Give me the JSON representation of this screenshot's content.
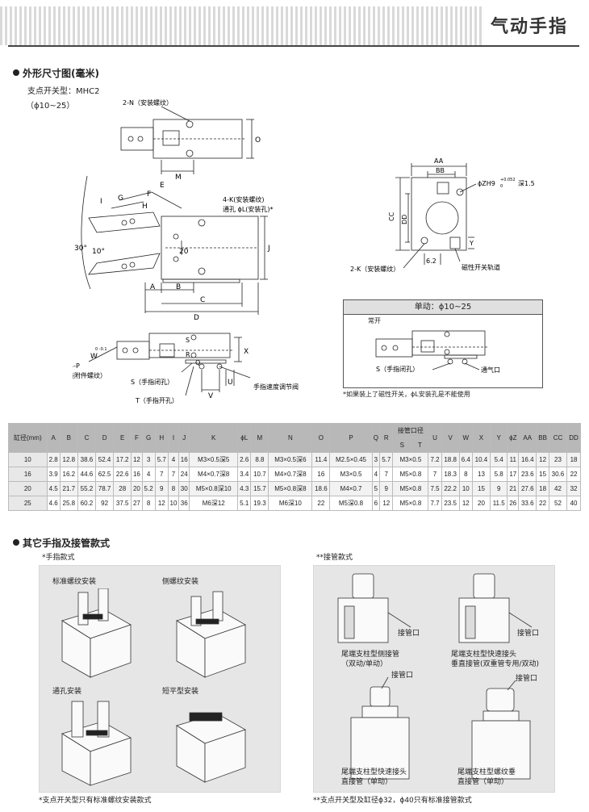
{
  "header": {
    "title": "气动手指"
  },
  "section1": {
    "title": "外形尺寸图(毫米)",
    "switch_label": "支点开关型：MHC2",
    "size_range": "（ϕ10~25）"
  },
  "drawing": {
    "n_label": "2-N（安装螺纹）",
    "m": "M",
    "o": "O",
    "e": "E",
    "f": "F",
    "g": "G",
    "h": "H",
    "i": "I",
    "angle30": "30°",
    "angle10": "10°",
    "n20": "20",
    "j": "J",
    "k4": "4-K(安装螺纹)",
    "through_hole": "通孔 ϕL(安装孔)*",
    "a": "A",
    "b": "B",
    "c": "C",
    "d": "D",
    "aa": "AA",
    "bb": "BB",
    "cc": "CC",
    "dd": "DD",
    "zh9": "ϕZH9",
    "tol": "+0.052",
    "tol0": "0",
    "depth": "深1.5",
    "k2": "2-K（安装螺纹）",
    "n62": "6.2",
    "y": "Y",
    "rail": "磁性开关轨道",
    "p4": "4-P",
    "p_note": "（安装附件螺纹）",
    "w": "W",
    "w_tol": "0 -0.1",
    "s": "S",
    "x": "X",
    "r": "R",
    "q": "Q",
    "u": "U",
    "v": "V",
    "s_label": "S（手指闭孔）",
    "t_label": "T（手指开孔）",
    "speed": "手指速度调节阀"
  },
  "single": {
    "title": "单动：ϕ10~25",
    "normally_open": "常开",
    "s_label": "S（手指闭孔）",
    "vent": "通气口",
    "note": "*如果装上了磁性开关，ϕL安装孔是不能使用"
  },
  "table": {
    "bore_label": "缸径(mm)",
    "columns": [
      "A",
      "B",
      "C",
      "D",
      "E",
      "F",
      "G",
      "H",
      "I",
      "J",
      "K",
      "ϕL",
      "M",
      "N",
      "O",
      "P",
      "Q",
      "R",
      "S",
      "T",
      "U",
      "V",
      "W",
      "X",
      "Y",
      "ϕZ",
      "AA",
      "BB",
      "CC",
      "DD"
    ],
    "pipe_label": "接管口径",
    "rows": [
      [
        "10",
        "2.8",
        "12.8",
        "38.6",
        "52.4",
        "17.2",
        "12",
        "3",
        "5.7",
        "4",
        "16",
        "M3×0.5深5",
        "2.6",
        "8.8",
        "M3×0.5深6",
        "11.4",
        "M2.5×0.45",
        "3",
        "5.7",
        "M3×0.5",
        "",
        "7.2",
        "18.8",
        "6.4",
        "10.4",
        "5.4",
        "11",
        "16.4",
        "12",
        "23",
        "18"
      ],
      [
        "16",
        "3.9",
        "16.2",
        "44.6",
        "62.5",
        "22.6",
        "16",
        "4",
        "7",
        "7",
        "24",
        "M4×0.7深8",
        "3.4",
        "10.7",
        "M4×0.7深8",
        "16",
        "M3×0.5",
        "4",
        "7",
        "M5×0.8",
        "",
        "7",
        "18.3",
        "8",
        "13",
        "5.8",
        "17",
        "23.6",
        "15",
        "30.6",
        "22"
      ],
      [
        "20",
        "4.5",
        "21.7",
        "55.2",
        "78.7",
        "28",
        "20",
        "5.2",
        "9",
        "8",
        "30",
        "M5×0.8深10",
        "4.3",
        "15.7",
        "M5×0.8深8",
        "18.6",
        "M4×0.7",
        "5",
        "9",
        "M5×0.8",
        "",
        "7.5",
        "22.2",
        "10",
        "15",
        "9",
        "21",
        "27.6",
        "18",
        "42",
        "32"
      ],
      [
        "25",
        "4.6",
        "25.8",
        "60.2",
        "92",
        "37.5",
        "27",
        "8",
        "12",
        "10",
        "36",
        "M6深12",
        "5.1",
        "19.3",
        "M6深10",
        "22",
        "M5深0.8",
        "6",
        "12",
        "M5×0.8",
        "",
        "7.7",
        "23.5",
        "12",
        "20",
        "11.5",
        "26",
        "33.6",
        "22",
        "52",
        "40"
      ]
    ]
  },
  "section2": {
    "title": "其它手指及接管款式",
    "left_title": "*手指款式",
    "left_items": [
      "标准螺纹安装",
      "侧螺纹安装",
      "通孔安装",
      "短平型安装"
    ],
    "left_note": "*支点开关型只有标准螺纹安装款式",
    "right_title": "**接管款式",
    "port_label": "接管口",
    "right_items": [
      [
        "尾端支柱型侧接管",
        "（双动/单动）"
      ],
      [
        "尾端支柱型快速接头",
        "垂直接管(双重管专用/双动)"
      ],
      [
        "尾端支柱型快速接头",
        "直接管（单动）"
      ],
      [
        "尾端支柱型螺纹垂",
        "直接管（单动）"
      ]
    ],
    "right_note": "**支点开关型及缸径ϕ32，ϕ40只有标准接管款式"
  },
  "colors": {
    "header_bar": "#444444",
    "table_head": "#b8b8b8",
    "panel": "#e6e6e6"
  }
}
